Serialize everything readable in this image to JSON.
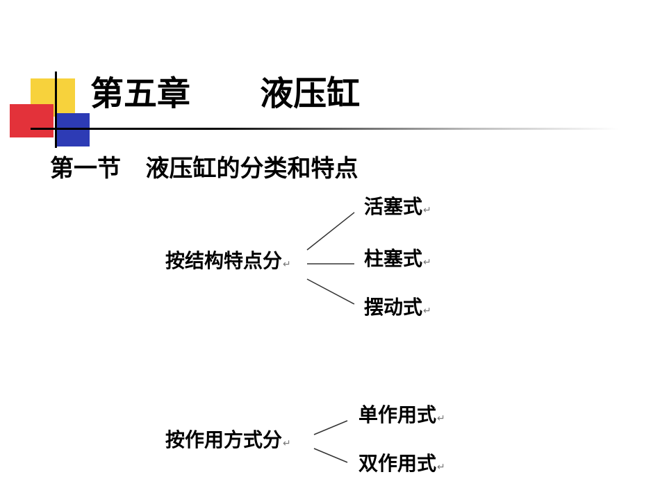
{
  "slide": {
    "title": "第五章      液压缸",
    "subtitle": "第一节   液压缸的分类和特点"
  },
  "tree_structure": {
    "root": "按结构特点分",
    "branches": [
      "活塞式",
      "柱塞式",
      "摆动式"
    ]
  },
  "tree_function": {
    "root": "按作用方式分",
    "branches": [
      "单作用式",
      "双作用式"
    ]
  },
  "return_mark": "↵",
  "colors": {
    "yellow": "#f7d23c",
    "blue": "#2d3bb5",
    "red": "#e3323a"
  }
}
